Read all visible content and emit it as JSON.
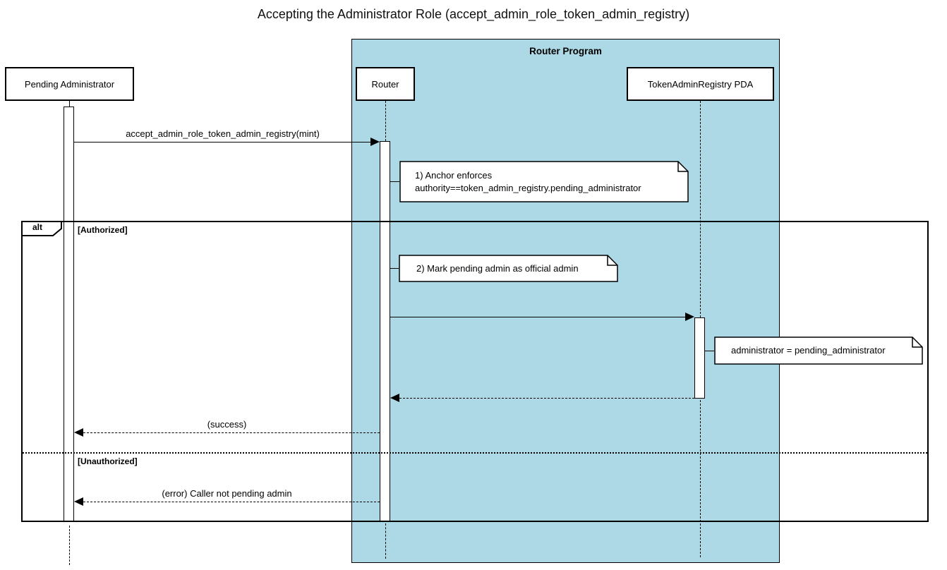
{
  "title": "Accepting the Administrator Role (accept_admin_role_token_admin_registry)",
  "colors": {
    "container_fill": "#ADD8E6",
    "note_fill": "#FFFFFF",
    "line": "#000000",
    "background": "#FFFFFF"
  },
  "container": {
    "label": "Router Program"
  },
  "participants": [
    {
      "id": "pending-administrator",
      "label": "Pending Administrator"
    },
    {
      "id": "router",
      "label": "Router"
    },
    {
      "id": "token-admin-registry-pda",
      "label": "TokenAdminRegistry PDA"
    }
  ],
  "messages": [
    {
      "label": "accept_admin_role_token_admin_registry(mint)",
      "from": "pending-administrator",
      "to": "router",
      "style": "solid"
    },
    {
      "label": "",
      "from": "router",
      "to": "token-admin-registry-pda",
      "style": "solid"
    },
    {
      "label": "",
      "from": "token-admin-registry-pda",
      "to": "router",
      "style": "dashed-return"
    },
    {
      "label": "(success)",
      "from": "router",
      "to": "pending-administrator",
      "style": "dashed-return"
    },
    {
      "label": "(error) Caller not pending admin",
      "from": "router",
      "to": "pending-administrator",
      "style": "dashed-return"
    }
  ],
  "notes": [
    {
      "attached_to": "router",
      "lines": [
        "1) Anchor enforces",
        "authority==token_admin_registry.pending_administrator"
      ]
    },
    {
      "attached_to": "router",
      "lines": [
        "2) Mark pending admin as official admin"
      ]
    },
    {
      "attached_to": "token-admin-registry-pda",
      "lines": [
        "administrator = pending_administrator"
      ]
    }
  ],
  "frame": {
    "operator": "alt",
    "guards": [
      "[Authorized]",
      "[Unauthorized]"
    ]
  }
}
